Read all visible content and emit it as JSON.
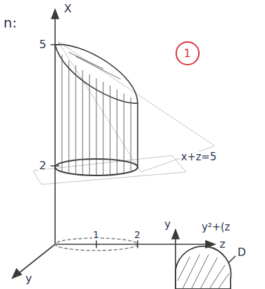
{
  "diagram": {
    "nodes": [
      {
        "text": [
          "1"
        ]
      }
    ],
    "labels": [
      "n:",
      "X",
      "5",
      "2",
      "1",
      "2",
      "z",
      "y",
      "x+z=5",
      "y",
      "y²+(z",
      "D"
    ]
  }
}
